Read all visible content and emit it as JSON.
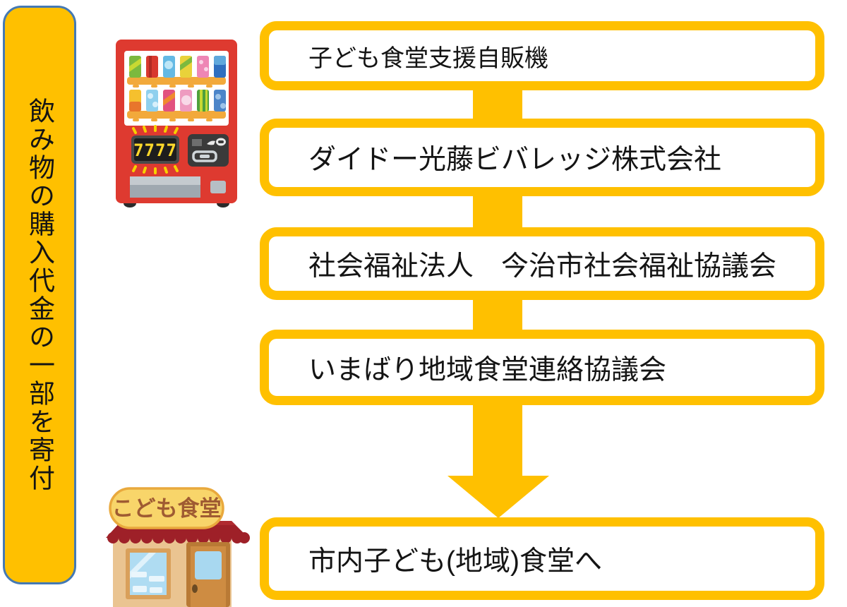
{
  "colors": {
    "accent_yellow": "#FFC000",
    "bar_border_blue": "#4479B4",
    "text_black": "#141414",
    "machine_red": "#DE3A30",
    "machine_shelf_orange": "#F2A93B",
    "roof_dark_red": "#9E2028",
    "store_wall_tan": "#EAC491",
    "sign_yellow": "#F8D56A",
    "sign_text_brown": "#9F5B32",
    "window_glass_blue": "#AFDCF2"
  },
  "donation_bar": {
    "text": "飲み物の購入代金の一部を寄付"
  },
  "flow_boxes": [
    {
      "label": "子ども食堂支援自販機"
    },
    {
      "label": "ダイドー光藤ビバレッジ株式会社"
    },
    {
      "label": "社会福祉法人　今治市社会福祉協議会"
    },
    {
      "label": "いまばり地域食堂連絡協議会"
    },
    {
      "label": "市内子ども(地域)食堂へ"
    }
  ],
  "illustrations": {
    "vending_machine": {
      "icon": "vending-machine-icon",
      "display_digits": "7777"
    },
    "children_cafeteria": {
      "icon": "children-cafeteria-storefront-icon",
      "sign_text": "こども食堂"
    }
  }
}
